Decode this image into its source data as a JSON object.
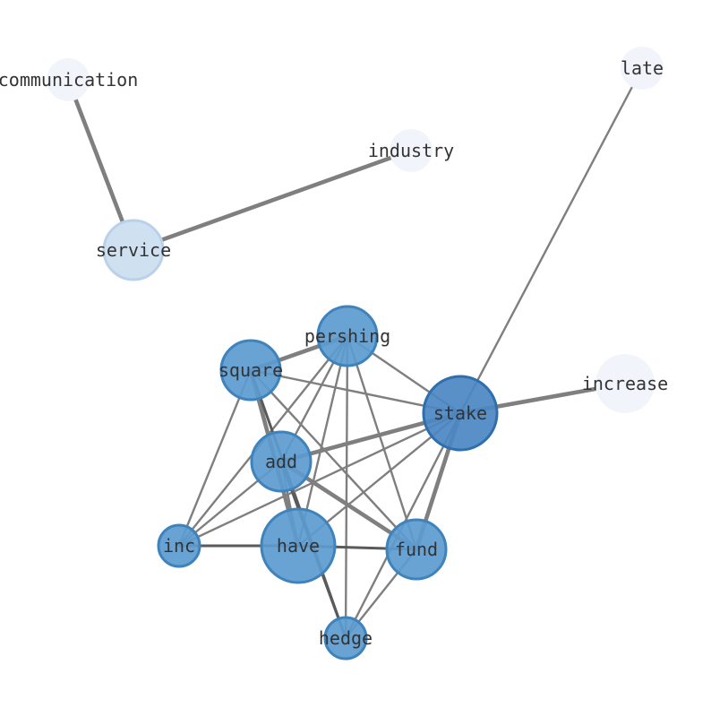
{
  "graph": {
    "nodes": [
      {
        "id": "communication",
        "label": "communication",
        "style": "pale"
      },
      {
        "id": "late",
        "label": "late",
        "style": "pale"
      },
      {
        "id": "industry",
        "label": "industry",
        "style": "pale"
      },
      {
        "id": "service",
        "label": "service",
        "style": "light"
      },
      {
        "id": "pershing",
        "label": "pershing",
        "style": "mid"
      },
      {
        "id": "square",
        "label": "square",
        "style": "mid"
      },
      {
        "id": "increase",
        "label": "increase",
        "style": "pale"
      },
      {
        "id": "stake",
        "label": "stake",
        "style": "dark"
      },
      {
        "id": "add",
        "label": "add",
        "style": "mid"
      },
      {
        "id": "inc",
        "label": "inc",
        "style": "mid"
      },
      {
        "id": "have",
        "label": "have",
        "style": "mid"
      },
      {
        "id": "fund",
        "label": "fund",
        "style": "mid"
      },
      {
        "id": "hedge",
        "label": "hedge",
        "style": "mid"
      }
    ],
    "edges": [
      {
        "source": "communication",
        "target": "service",
        "weight": "heavy"
      },
      {
        "source": "service",
        "target": "industry",
        "weight": "heavy"
      },
      {
        "source": "late",
        "target": "stake",
        "weight": "normal"
      },
      {
        "source": "stake",
        "target": "increase",
        "weight": "heavy"
      },
      {
        "source": "pershing",
        "target": "square",
        "weight": "heavy"
      },
      {
        "source": "pershing",
        "target": "stake",
        "weight": "normal"
      },
      {
        "source": "pershing",
        "target": "add",
        "weight": "normal"
      },
      {
        "source": "pershing",
        "target": "inc",
        "weight": "normal"
      },
      {
        "source": "pershing",
        "target": "have",
        "weight": "normal"
      },
      {
        "source": "pershing",
        "target": "fund",
        "weight": "normal"
      },
      {
        "source": "pershing",
        "target": "hedge",
        "weight": "normal"
      },
      {
        "source": "square",
        "target": "stake",
        "weight": "normal"
      },
      {
        "source": "square",
        "target": "inc",
        "weight": "normal"
      },
      {
        "source": "square",
        "target": "have",
        "weight": "heavy"
      },
      {
        "source": "square",
        "target": "fund",
        "weight": "normal"
      },
      {
        "source": "square",
        "target": "hedge",
        "weight": "dark"
      },
      {
        "source": "stake",
        "target": "add",
        "weight": "heavy"
      },
      {
        "source": "stake",
        "target": "inc",
        "weight": "normal"
      },
      {
        "source": "stake",
        "target": "have",
        "weight": "normal"
      },
      {
        "source": "stake",
        "target": "fund",
        "weight": "heavy"
      },
      {
        "source": "stake",
        "target": "hedge",
        "weight": "normal"
      },
      {
        "source": "add",
        "target": "inc",
        "weight": "normal"
      },
      {
        "source": "add",
        "target": "have",
        "weight": "normal"
      },
      {
        "source": "add",
        "target": "fund",
        "weight": "heavy"
      },
      {
        "source": "add",
        "target": "hedge",
        "weight": "dark"
      },
      {
        "source": "inc",
        "target": "have",
        "weight": "dark"
      },
      {
        "source": "have",
        "target": "fund",
        "weight": "dark"
      },
      {
        "source": "fund",
        "target": "hedge",
        "weight": "normal"
      }
    ]
  },
  "colors": {
    "edge": "#7f7f7f",
    "edge_dark": "#5a5a5a",
    "pale_fill": "#f1f5fb",
    "light_fill": "#cfe1f1",
    "light_stroke": "#b9d2ea",
    "mid_fill": "#5b9bcf",
    "mid_stroke": "#3f83bd",
    "dark_fill": "#4a87c2",
    "dark_stroke": "#2f6fae",
    "label": "#333333"
  }
}
